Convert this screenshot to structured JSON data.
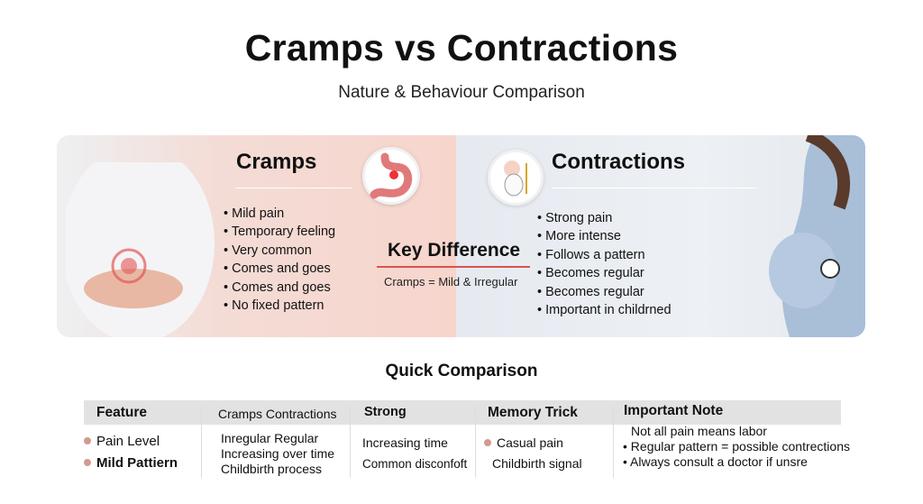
{
  "title": "Cramps vs Contractions",
  "subtitle": "Nature & Behaviour Comparison",
  "cramps": {
    "heading": "Cramps",
    "items": [
      "Mild pain",
      "Temporary feeling",
      "Very common",
      "Comes and goes",
      "Comes and goes",
      "No fixed pattern"
    ],
    "icon": "stomach-icon"
  },
  "contractions": {
    "heading": "Contractions",
    "items": [
      "Strong pain",
      "More intense",
      "Follows a pattern",
      "Becomes regular",
      "Becomes regular",
      "Important in childrned"
    ],
    "icon": "baby-icon"
  },
  "key_difference": {
    "heading": "Key Difference",
    "text": "Cramps = Mild & Irregular"
  },
  "colors": {
    "accent": "#d9534f",
    "cramps_bg": "#f6d5cc",
    "contractions_bg": "#e9edf3"
  },
  "quick": {
    "heading": "Quick Comparison",
    "headers": [
      "Feature",
      "Cramps Contractions",
      "Strong",
      "Memory Trick",
      "Important Note"
    ],
    "col1": [
      "Pain Level",
      "Mild Pattiern"
    ],
    "col2": [
      "Inregular Regular",
      "Increasing over time",
      "Childbirth process"
    ],
    "col3": [
      "Increasing time",
      "Common disconfoft"
    ],
    "col4": [
      "Casual pain",
      "Childbirth signal"
    ],
    "col5": [
      "Not all pain means labor",
      "• Regular pattern = possible contrections",
      "• Always consult a doctor if unsre"
    ]
  }
}
